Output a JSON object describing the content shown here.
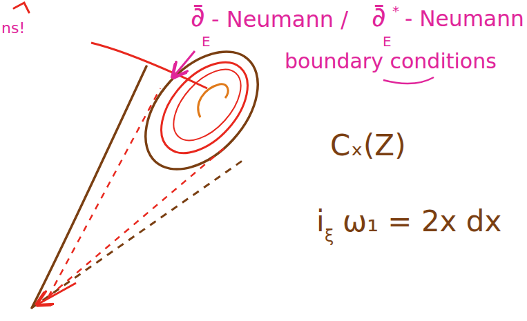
{
  "diagram": {
    "labels": [
      "ns!",
      "∂̄",
      "E",
      "- Neumann /",
      "∂̄",
      "E",
      "*",
      "- Neumann",
      "boundary conditions",
      "Cₓ(Z)",
      "i",
      "ξ",
      "ω₁ = 2x dx"
    ]
  }
}
